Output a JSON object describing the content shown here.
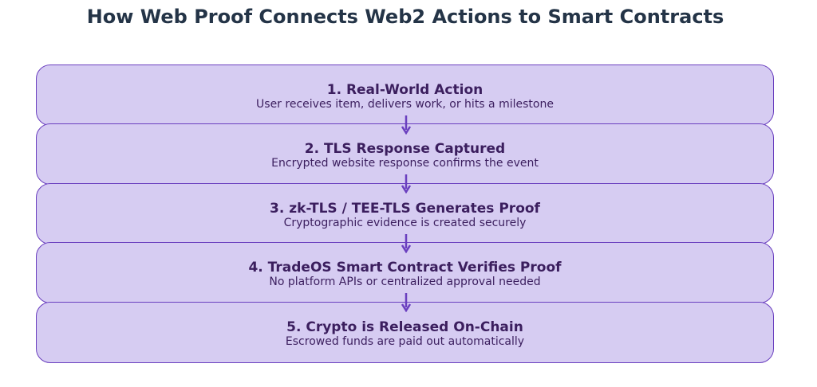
{
  "title": "How Web Proof Connects Web2 Actions to Smart Contracts",
  "colors": {
    "box_fill": "#d6ccf2",
    "box_border": "#6a3fbf",
    "arrow": "#6a3fbf",
    "title_text": "#243447",
    "box_text": "#3b1e5e"
  },
  "steps": [
    {
      "title": "1. Real-World Action",
      "desc": "User receives item, delivers work, or hits a milestone"
    },
    {
      "title": "2. TLS Response Captured",
      "desc": "Encrypted website response confirms the event"
    },
    {
      "title": "3. zk-TLS / TEE-TLS Generates Proof",
      "desc": "Cryptographic evidence is created securely"
    },
    {
      "title": "4. TradeOS Smart Contract Verifies Proof",
      "desc": "No platform APIs or centralized approval needed"
    },
    {
      "title": "5. Crypto is Released On-Chain",
      "desc": "Escrowed funds are paid out automatically"
    }
  ]
}
